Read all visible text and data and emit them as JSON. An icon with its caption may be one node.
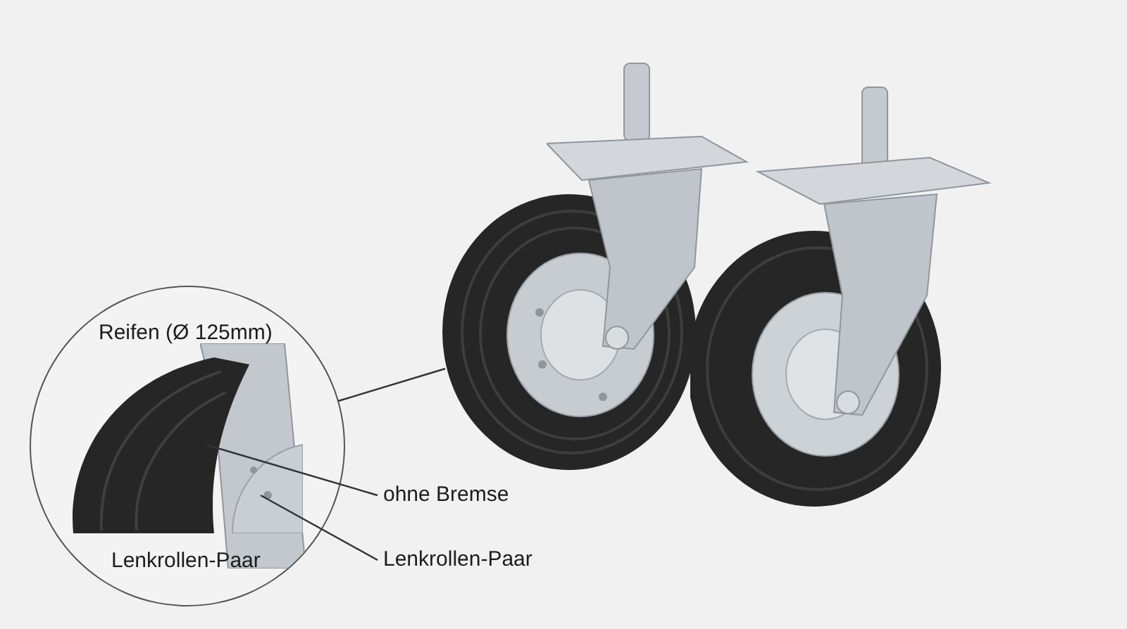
{
  "diagram": {
    "nodes": [
      {
        "text": [
          "Reifen (Ø 125mm)",
          "Lenkrollen-Paar"
        ]
      },
      {
        "text": [],
        "shape": "picture"
      },
      {
        "text": [
          "ohne Bremse"
        ]
      },
      {
        "text": [],
        "shape": "picture",
        "in": 0
      },
      {
        "text": [
          "Lenkrollen-Paar"
        ]
      },
      {
        "text": [],
        "shape": "picture",
        "in": 0
      }
    ],
    "edges": [
      {
        "from": 0,
        "to": 1,
        "arrow": "none"
      },
      {
        "from": 2,
        "to": 3,
        "arrow": "none"
      },
      {
        "from": 4,
        "to": 5,
        "arrow": "none"
      }
    ]
  }
}
